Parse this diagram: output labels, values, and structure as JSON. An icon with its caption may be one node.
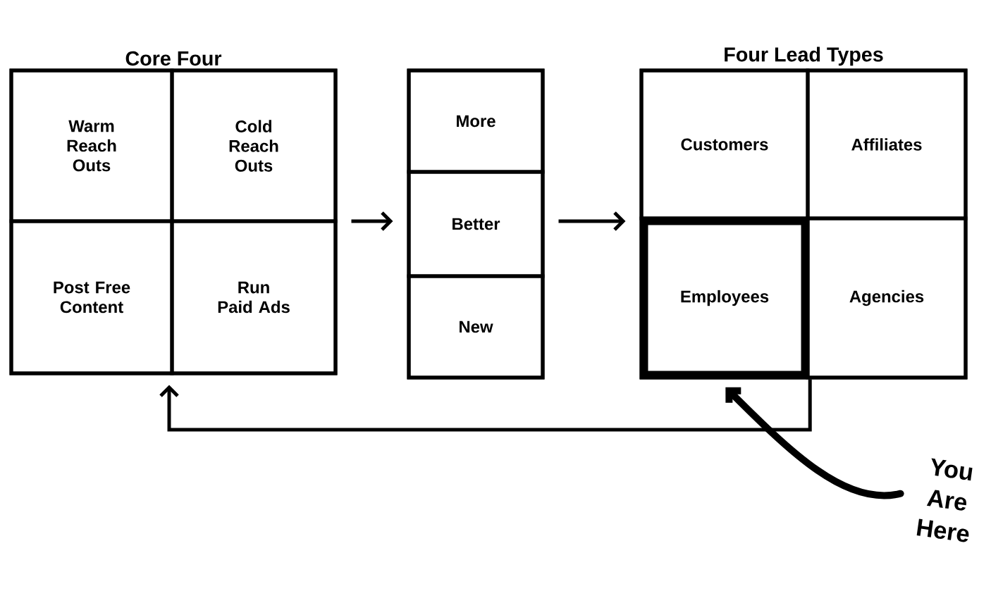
{
  "diagram": {
    "nodes": [
      {
        "text": [
          "Core Four"
        ]
      },
      {
        "text": [
          "Warm Reach Outs"
        ],
        "in": 0
      },
      {
        "text": [
          "Cold Reach Outs"
        ],
        "in": 0
      },
      {
        "text": [
          "Post Free Content"
        ],
        "in": 0
      },
      {
        "text": [
          "Run Paid Ads"
        ],
        "in": 0
      },
      {
        "text": [],
        "shape": "box"
      },
      {
        "text": [
          "More"
        ],
        "in": 5
      },
      {
        "text": [
          "Better"
        ],
        "in": 5
      },
      {
        "text": [
          "New"
        ],
        "in": 5
      },
      {
        "text": [
          "Four Lead Types"
        ]
      },
      {
        "text": [
          "Customers"
        ],
        "in": 9
      },
      {
        "text": [
          "Affiliates"
        ],
        "in": 9
      },
      {
        "text": [
          "Employees"
        ],
        "in": 9
      },
      {
        "text": [
          "Agencies"
        ],
        "in": 9
      },
      {
        "text": [
          "You Are Here"
        ]
      }
    ],
    "edges": [
      {
        "from": 0,
        "to": 5,
        "arrow": "to"
      },
      {
        "from": 5,
        "to": 9,
        "arrow": "to"
      },
      {
        "from": 9,
        "to": 0,
        "arrow": "to"
      },
      {
        "from": 14,
        "to": 12,
        "arrow": "to",
        "style": "thick"
      }
    ]
  }
}
